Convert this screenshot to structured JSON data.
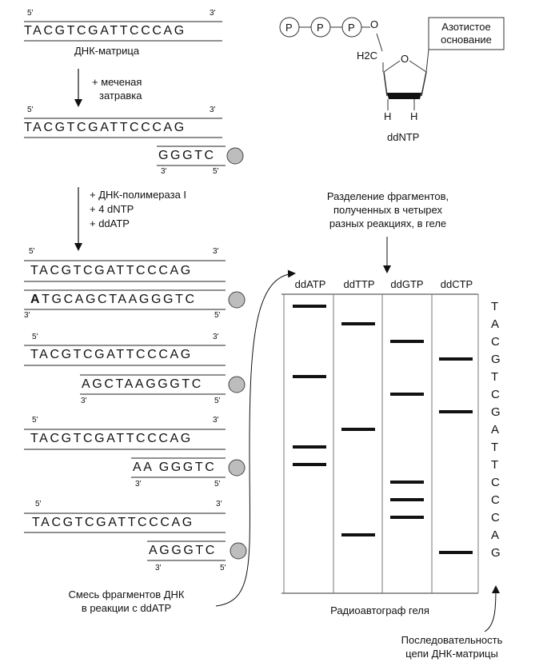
{
  "template": {
    "sequence": "TACGTCGATTCCCAG",
    "label": "ДНК-матрица",
    "prime5": "5'",
    "prime3": "3'"
  },
  "step1": {
    "line1": "+ меченая",
    "line2": "затравка"
  },
  "step1_result": {
    "template_sequence": "TACGTCGATTCCCAG",
    "primer_sequence": "GGGTC"
  },
  "step2": {
    "line1": "+ ДНК-полимераза I",
    "line2": "+ 4 dNTP",
    "line3": "+ ddATP"
  },
  "fragments": [
    {
      "template": "TACGTCGATTCCCAG",
      "first_letter": "A",
      "rest": "TGCAGCTAAGGGTC"
    },
    {
      "template": "TACGTCGATTCCCAG",
      "first_letter": "",
      "rest": "AGCTAAGGGTC"
    },
    {
      "template": "TACGTCGATTCCCAG",
      "first_letter": "",
      "rest": "AA GGGTC"
    },
    {
      "template": "TACGTCGATTCCCAG",
      "first_letter": "",
      "rest": "AGGGTC"
    }
  ],
  "mix_label": {
    "line1": "Смесь фрагментов ДНК",
    "line2": "в реакции с ddATP"
  },
  "ddntp": {
    "phosphate": "P",
    "oxygen": "O",
    "ring_oxygen": "O",
    "ch2": "H2C",
    "h_left": "H",
    "h_right": "H",
    "base_line1": "Азотистое",
    "base_line2": "основание",
    "label": "ddNTP"
  },
  "separation": {
    "line1": "Разделение фрагментов,",
    "line2": "полученных в четырех",
    "line3": "разных реакциях, в геле"
  },
  "gel": {
    "lanes": [
      "ddATP",
      "ddTTP",
      "ddGTP",
      "ddCTP"
    ],
    "bands": [
      {
        "lane": 0,
        "position": 1
      },
      {
        "lane": 1,
        "position": 2
      },
      {
        "lane": 2,
        "position": 3
      },
      {
        "lane": 3,
        "position": 4
      },
      {
        "lane": 0,
        "position": 5
      },
      {
        "lane": 2,
        "position": 6
      },
      {
        "lane": 3,
        "position": 7
      },
      {
        "lane": 1,
        "position": 8
      },
      {
        "lane": 0,
        "position": 9
      },
      {
        "lane": 0,
        "position": 10
      },
      {
        "lane": 2,
        "position": 11
      },
      {
        "lane": 2,
        "position": 12
      },
      {
        "lane": 2,
        "position": 13
      },
      {
        "lane": 1,
        "position": 14
      },
      {
        "lane": 3,
        "position": 15
      }
    ],
    "sequence_letters": [
      "T",
      "A",
      "C",
      "G",
      "T",
      "C",
      "G",
      "A",
      "T",
      "T",
      "C",
      "C",
      "C",
      "A",
      "G"
    ],
    "caption": "Радиоавтограф геля"
  },
  "sequence_label": {
    "line1": "Последовательность",
    "line2": "цепи ДНК-матрицы"
  }
}
